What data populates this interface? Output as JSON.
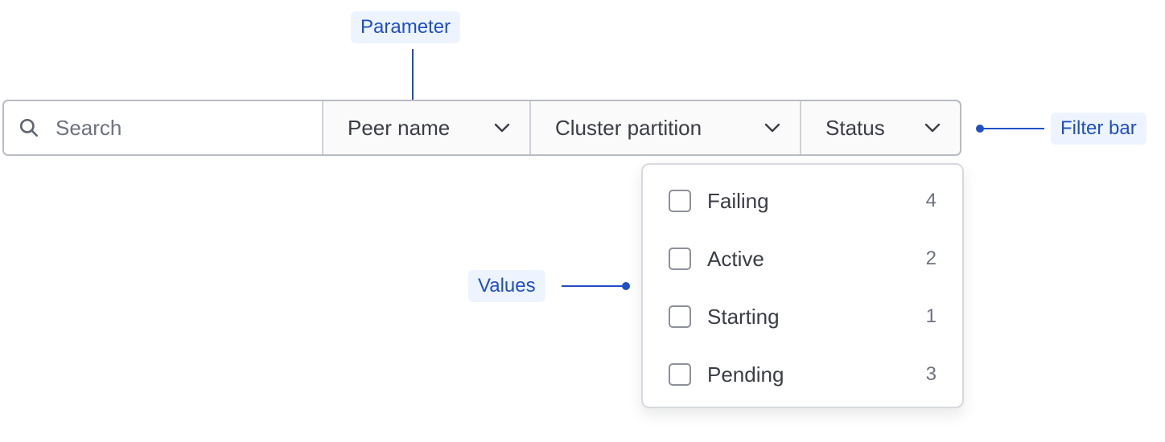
{
  "annotations": {
    "parameter": "Parameter",
    "filter_bar": "Filter bar",
    "values": "Values"
  },
  "accent_color": "#1f4fc4",
  "filter_bar": {
    "search": {
      "placeholder": "Search",
      "value": "",
      "icon": "search-icon"
    },
    "dropdowns": [
      {
        "label": "Peer name",
        "icon": "chevron-down-icon"
      },
      {
        "label": "Cluster partition",
        "icon": "chevron-down-icon"
      },
      {
        "label": "Status",
        "icon": "chevron-down-icon"
      }
    ]
  },
  "status_menu": {
    "options": [
      {
        "label": "Failing",
        "count": "4",
        "checked": false
      },
      {
        "label": "Active",
        "count": "2",
        "checked": false
      },
      {
        "label": "Starting",
        "count": "1",
        "checked": false
      },
      {
        "label": "Pending",
        "count": "3",
        "checked": false
      }
    ]
  }
}
